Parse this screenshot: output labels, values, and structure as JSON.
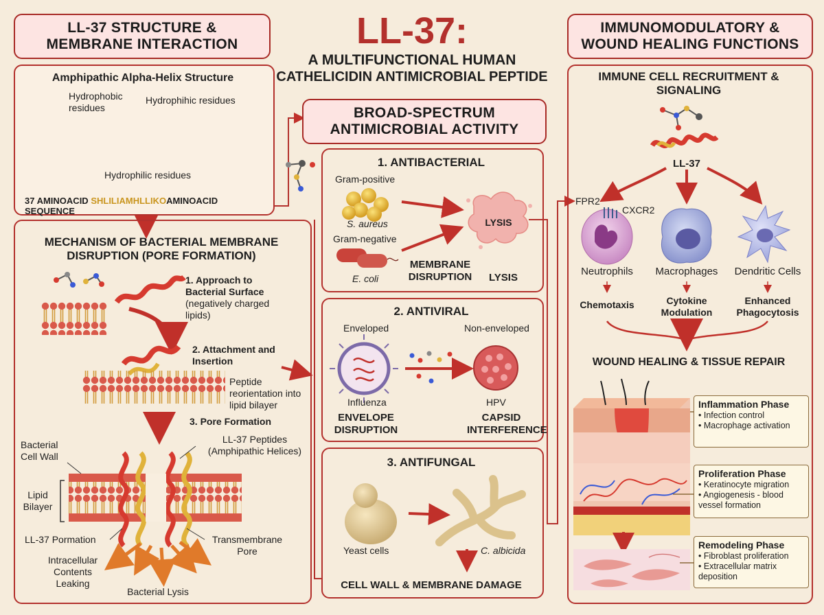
{
  "title": {
    "main": "LL-37:",
    "line1": "A MULTIFUNCTIONAL HUMAN",
    "line2": "CATHELICIDIN ANTIMICROBIAL PEPTIDE"
  },
  "left": {
    "header": {
      "line1": "LL-37 STRUCTURE &",
      "line2": "MEMBRANE INTERACTION"
    },
    "structure": {
      "title": "Amphipathic Alpha-Helix Structure",
      "legend_hydrophobic": "Hydrophobic residues",
      "legend_hydrophilic": "Hydrophihic residues",
      "bracket_label": "Hydrophilic residues",
      "sequence_pre": "37 AMINOACID ",
      "sequence_mid": "SHLILIAMHLLIKO",
      "sequence_post": "AMINOACID SEQUENCE"
    },
    "mechanism": {
      "title_line1": "MECHANISM OF BACTERIAL MEMBRANE",
      "title_line2": "DISRUPTION (PORE FORMATION)",
      "step1_title": "1. Approach to Bacterial Surface",
      "step1_note": "(negatively charged lipids)",
      "step2_title": "2. Attachment and Insertion",
      "step2_note": "Peptide reorientation into lipid bilayer",
      "step3_title": "3. Pore Formation",
      "label_wall": "Bacterial Cell Wall",
      "label_peptides": "LL-37 Peptides (Amphipathic Helices)",
      "label_bilayer": "Lipid Bilayer",
      "label_pormation": "LL-37 Pormation",
      "label_pore": "Transmembrane Pore",
      "label_leak": "Intracellular Contents Leaking",
      "label_lysis": "Bacterial Lysis"
    }
  },
  "middle": {
    "header": {
      "line1": "BROAD-SPECTRUM",
      "line2": "ANTIMICROBIAL ACTIVITY"
    },
    "antibacterial": {
      "title": "1. ANTIBACTERIAL",
      "gram_pos": "Gram-positive",
      "s_aureus": "S. aureus",
      "gram_neg": "Gram-negative",
      "e_coli": "E. coli",
      "lysis_blob": "LYSIS",
      "membrane_disruption": "MEMBRANE DISRUPTION",
      "lysis": "LYSIS"
    },
    "antiviral": {
      "title": "2. ANTIVIRAL",
      "enveloped": "Enveloped",
      "non_enveloped": "Non-enveloped",
      "influenza": "Influenza",
      "hpv": "HPV",
      "envelope_disruption": "ENVELOPE DISRUPTION",
      "capsid_interference": "CAPSID INTERFERENCE"
    },
    "antifungal": {
      "title": "3. ANTIFUNGAL",
      "yeast": "Yeast cells",
      "c_albicida": "C. albicida",
      "damage": "CELL WALL & MEMBRANE DAMAGE"
    }
  },
  "right": {
    "header": {
      "line1": "IMMUNOMODULATORY &",
      "line2": "WOUND HEALING FUNCTIONS"
    },
    "recruit_title": "IMMUNE CELL RECRUITMENT & SIGNALING",
    "ll37": "LL-37",
    "fpr2": "FPR2",
    "cxcr2": "CXCR2",
    "neutrophils": "Neutrophils",
    "macrophages": "Macrophages",
    "dendritic": "Dendritic Cells",
    "chemotaxis": "Chemotaxis",
    "cytokine": "Cytokine Modulation",
    "phagocytosis": "Enhanced Phagocytosis",
    "wound_title": "WOUND HEALING & TISSUE REPAIR",
    "inflammation": {
      "title": "Inflammation Phase",
      "items": [
        "• Infection control",
        "• Macrophage activation"
      ]
    },
    "proliferation": {
      "title": "Proliferation Phase",
      "items": [
        "• Keratinocyte migration",
        "• Angiogenesis - blood vessel formation"
      ]
    },
    "remodeling": {
      "title": "Remodeling Phase",
      "items": [
        "• Fibroblast proliferation",
        "• Extracellular matrix deposition"
      ]
    }
  },
  "colors": {
    "accent": "#b3302c",
    "helix_red": "#d63a2f",
    "helix_gold": "#e0b23a",
    "panel": "#f8eedf",
    "header_fill": "#fde4e2"
  }
}
